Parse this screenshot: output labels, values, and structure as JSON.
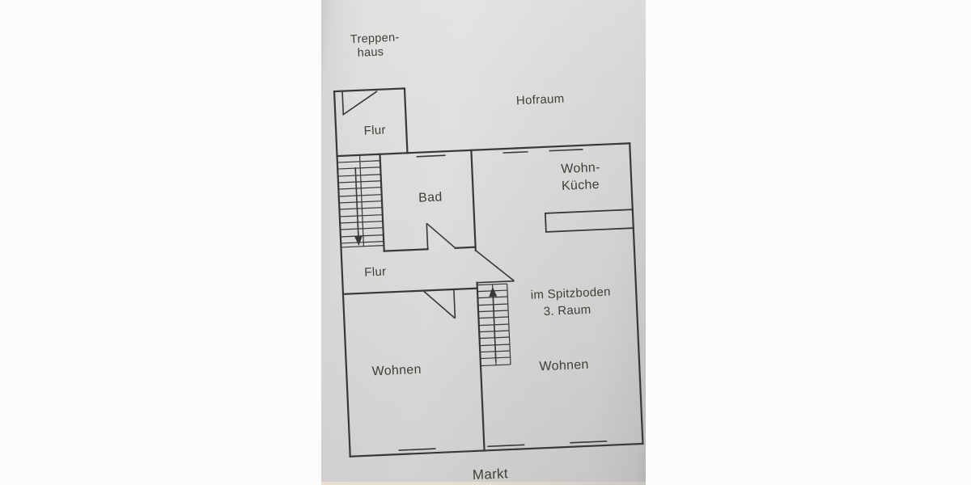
{
  "scene": {
    "description": "Photographed paper floor plan (German apartment / Grundriss)",
    "background_color": "#fcfcfb",
    "paper_color": "#e0dedc",
    "line_color": "#3a3836",
    "text_color": "#403e3b"
  },
  "floor_plan": {
    "labels": {
      "treppenhaus_line1": "Treppen-",
      "treppenhaus_line2": "haus",
      "hofraum": "Hofraum",
      "flur_top": "Flur",
      "bad": "Bad",
      "wohnkueche_line1": "Wohn-",
      "wohnkueche_line2": "Küche",
      "flur_lower": "Flur",
      "spitzboden_line1": "im Spitzboden",
      "spitzboden_line2": "3. Raum",
      "wohnen_left": "Wohnen",
      "wohnen_right": "Wohnen",
      "markt": "Markt"
    },
    "rooms": [
      {
        "name": "Treppenhaus",
        "type": "stairwell, outside unit, top left"
      },
      {
        "name": "Hofraum",
        "type": "courtyard, outside unit, top right"
      },
      {
        "name": "Flur",
        "type": "small entry hall, top left room with door and stair run"
      },
      {
        "name": "Bad",
        "type": "bathroom, center left"
      },
      {
        "name": "Wohn-Küche",
        "type": "eat-in kitchen with counter block on right wall"
      },
      {
        "name": "Flur",
        "type": "lower hallway at stair foot"
      },
      {
        "name": "Wohnen",
        "type": "living room, bottom left"
      },
      {
        "name": "Wohnen",
        "type": "living room, bottom right, with attic stair annotated 'im Spitzboden 3. Raum'"
      },
      {
        "name": "Markt",
        "type": "street name below plan"
      }
    ],
    "stairs": [
      {
        "location": "left stairwell",
        "direction_arrow": "down"
      },
      {
        "location": "right room to attic (Spitzboden)",
        "direction_arrow": "up"
      }
    ]
  }
}
